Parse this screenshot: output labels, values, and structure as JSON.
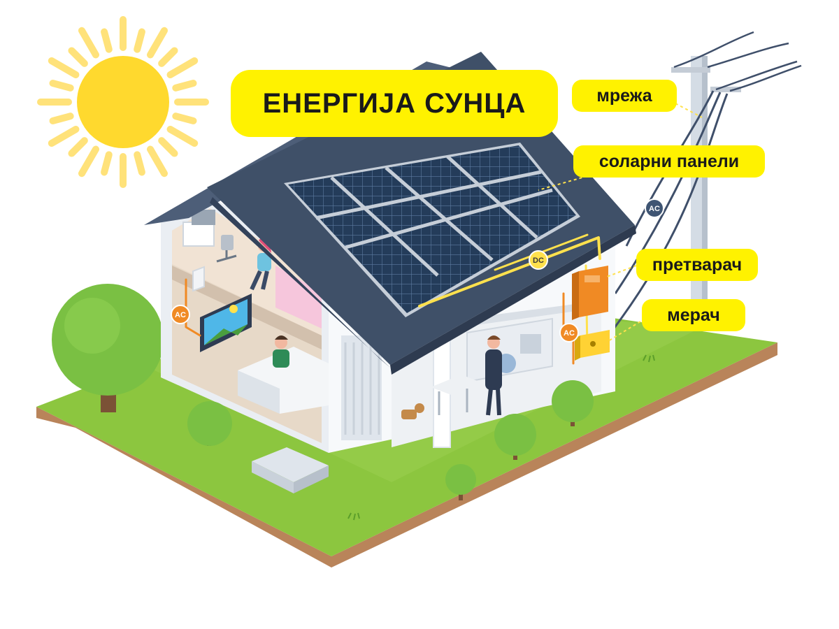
{
  "title": "ЕНЕРГИЈА СУНЦА",
  "labels": {
    "grid": "мрежа",
    "solar_panels": "соларни панели",
    "inverter": "претварач",
    "meter": "мерач"
  },
  "current_tags": {
    "ac_grid": "AC",
    "dc_panels": "DC",
    "ac_meter": "AC",
    "ac_tv": "AC"
  },
  "colors": {
    "accent_yellow": "#fff200",
    "sun": "#ffe14d",
    "roof": "#3f5068",
    "solar_panel": "#1f3550",
    "grass": "#8cc63f",
    "soil": "#b9845a",
    "inverter": "#f08a24",
    "wall": "#f2f4f7",
    "tree": "#7ac043"
  }
}
